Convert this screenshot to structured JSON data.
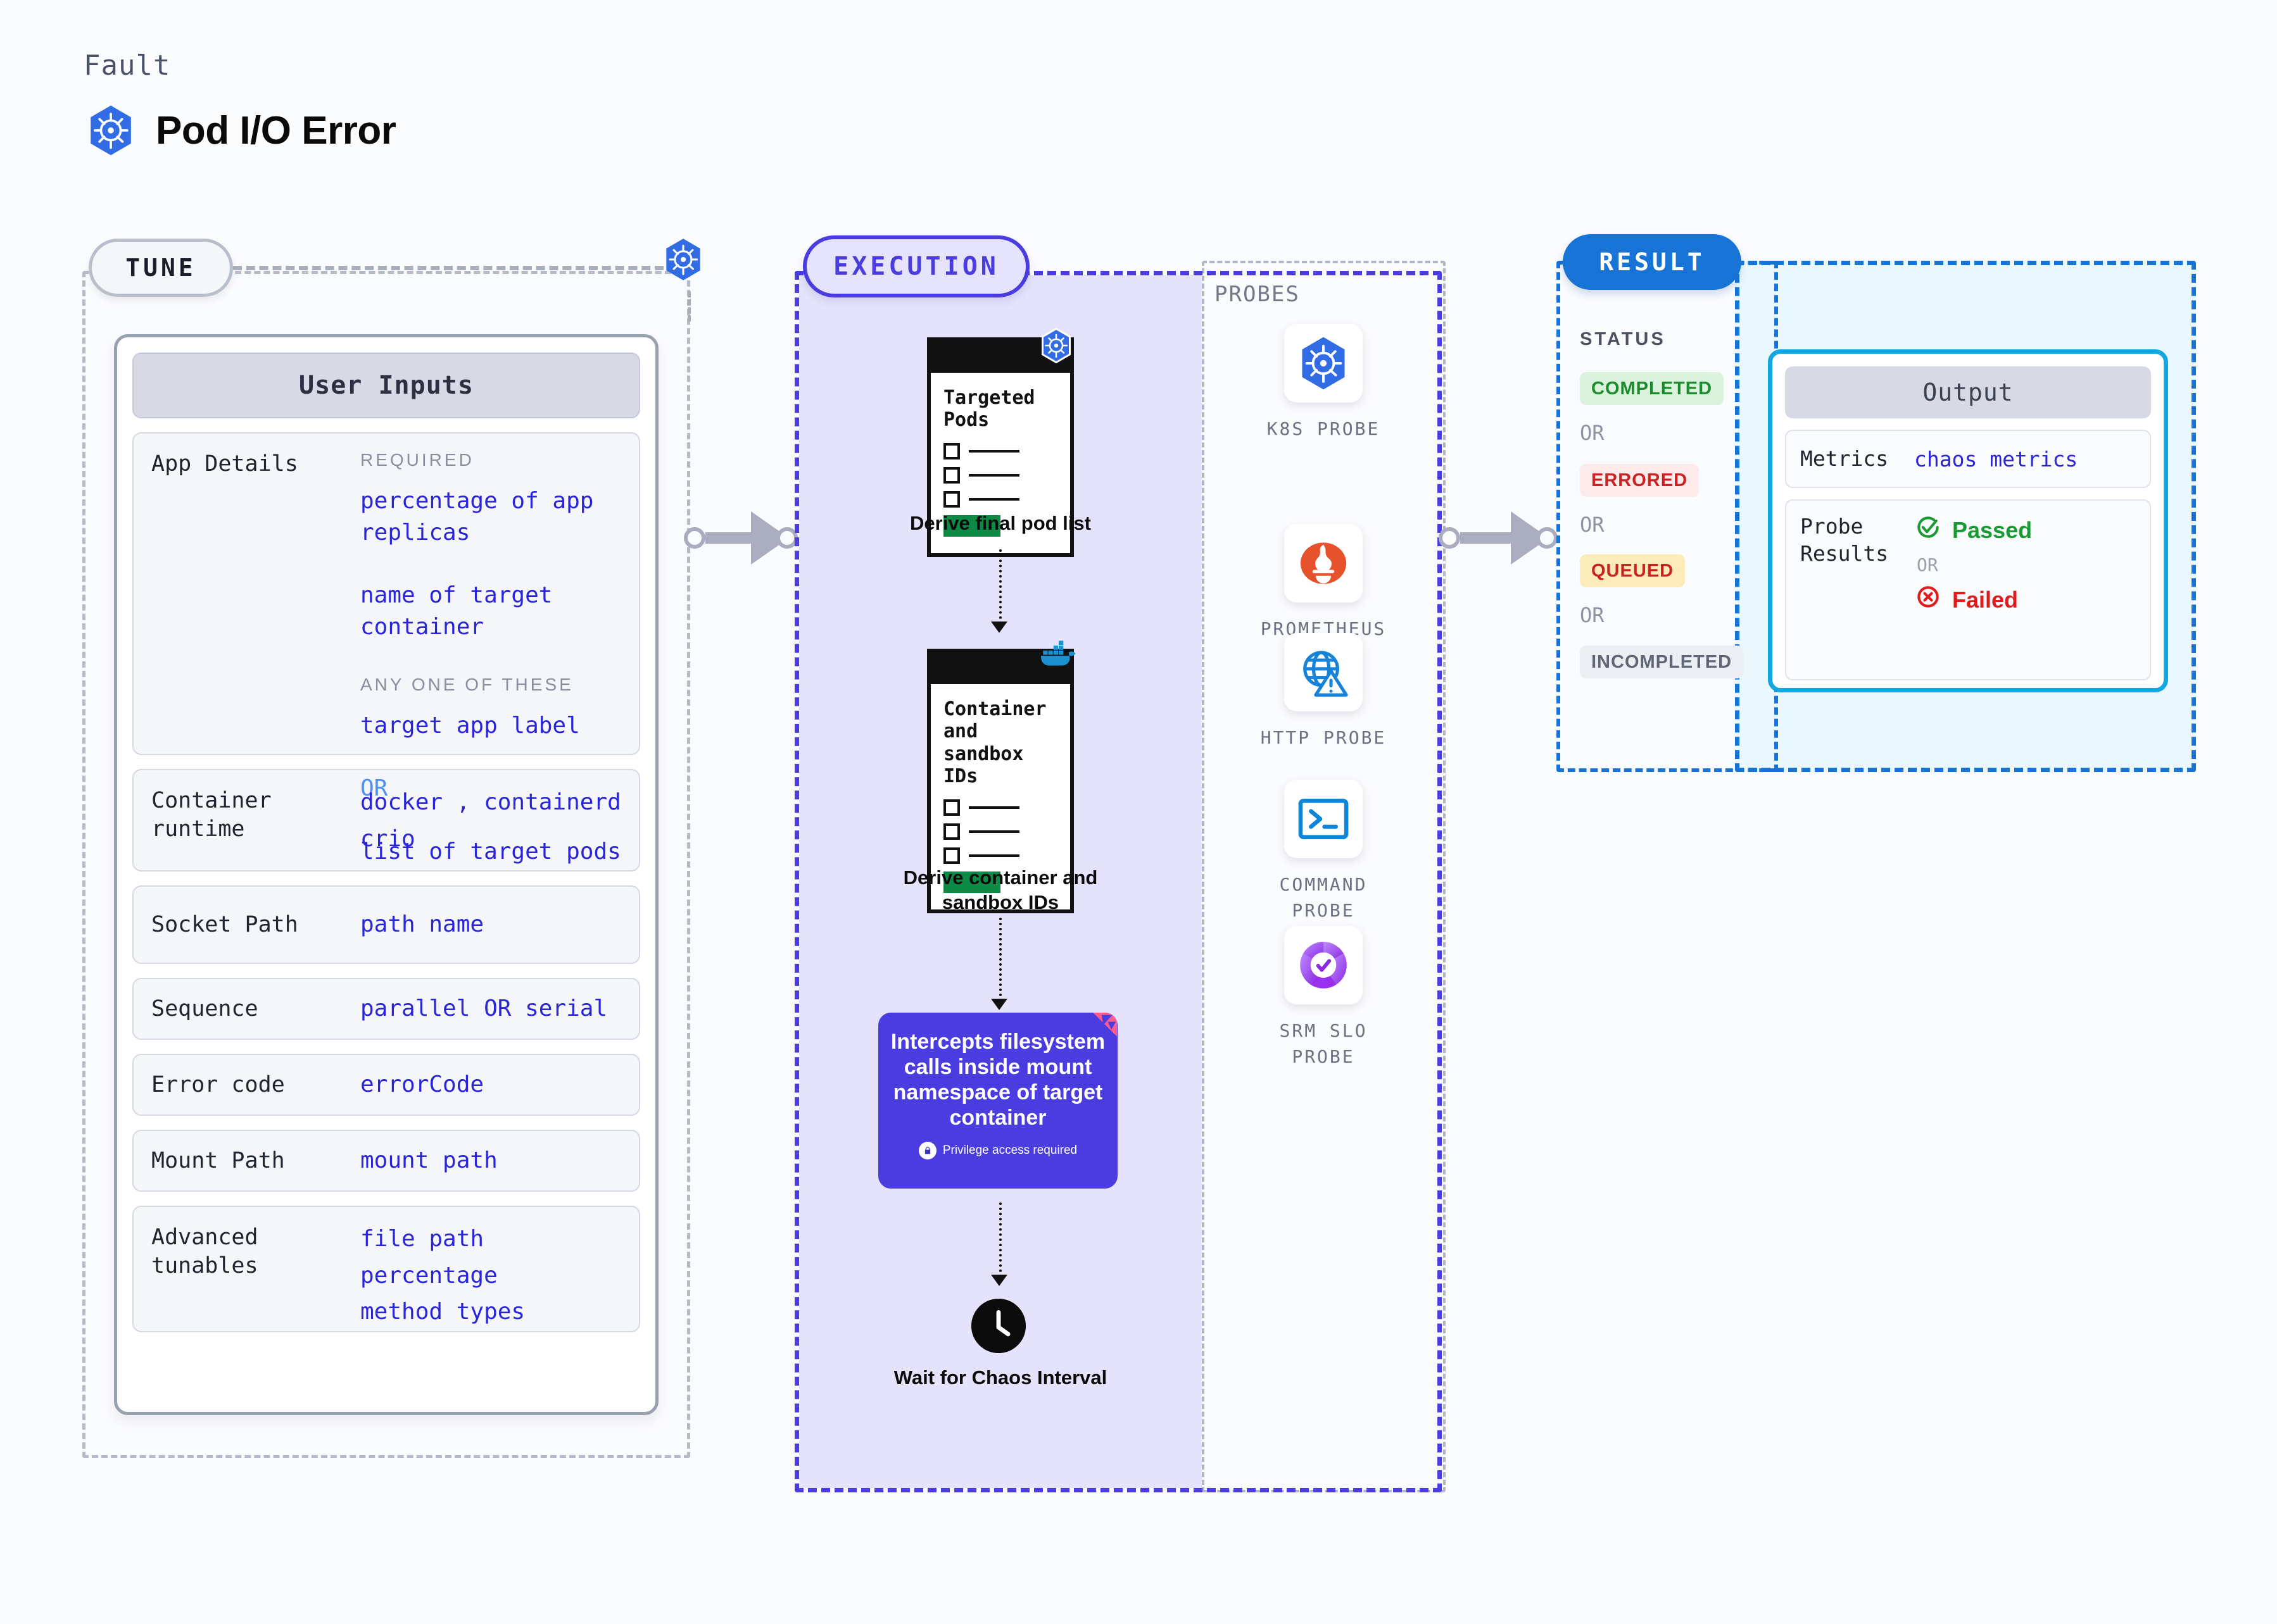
{
  "header": {
    "kicker": "Fault",
    "title": "Pod I/O Error",
    "icon": "kubernetes-icon"
  },
  "tune": {
    "pill_label": "TUNE",
    "card_title": "User Inputs",
    "rows": [
      {
        "label": "App Details",
        "groups": [
          {
            "heading": "REQUIRED",
            "values": [
              "percentage of app replicas",
              "name of target container"
            ]
          },
          {
            "heading": "ANY ONE OF THESE",
            "values": [
              "target app label",
              "OR",
              "list of target pods"
            ]
          }
        ]
      },
      {
        "label": "Container runtime",
        "values": [
          "docker , containerd",
          "crio"
        ]
      },
      {
        "label": "Socket Path",
        "values": [
          "path name"
        ]
      },
      {
        "label": "Sequence",
        "values": [
          "parallel OR serial"
        ]
      },
      {
        "label": "Error code",
        "values": [
          "errorCode"
        ]
      },
      {
        "label": "Mount Path",
        "values": [
          "mount path"
        ]
      },
      {
        "label": "Advanced tunables",
        "values": [
          "file path",
          "percentage",
          "method types"
        ]
      }
    ]
  },
  "execution": {
    "pill_label": "EXECUTION",
    "steps": [
      {
        "doc_title": "Targeted\nPods",
        "caption": "Derive final pod list",
        "badge_icon": "kubernetes-icon"
      },
      {
        "doc_title": "Container\nand\nsandbox\nIDs",
        "caption": "Derive container and sandbox IDs",
        "badge_icon": "docker-icon"
      }
    ],
    "action": {
      "text": "Intercepts filesystem calls inside mount namespace of target container",
      "note": "Privilege access required",
      "note_icon": "lock-icon",
      "corner_icon": "litmus-icon",
      "color": "#4b3ce0"
    },
    "wait": {
      "caption": "Wait for Chaos Interval",
      "icon": "clock-icon"
    }
  },
  "probes": {
    "section_label": "PROBES",
    "items": [
      {
        "name": "K8S  PROBE",
        "icon": "kubernetes-icon"
      },
      {
        "name": "PROMETHEUS\nPROBE",
        "icon": "prometheus-icon"
      },
      {
        "name": "HTTP  PROBE",
        "icon": "globe-warning-icon"
      },
      {
        "name": "COMMAND\nPROBE",
        "icon": "terminal-icon"
      },
      {
        "name": "SRM SLO\nPROBE",
        "icon": "srm-slo-icon"
      }
    ]
  },
  "result": {
    "pill_label": "RESULT",
    "status_label": "STATUS",
    "or_label": "OR",
    "statuses": [
      {
        "label": "COMPLETED",
        "bg": "#dbf3dd",
        "fg": "#1a8c2b"
      },
      {
        "label": "ERRORED",
        "bg": "#fdeaea",
        "fg": "#cc2222"
      },
      {
        "label": "QUEUED",
        "bg": "#fcecb9",
        "fg": "#c92222"
      },
      {
        "label": "INCOMPLETED",
        "bg": "#eceef4",
        "fg": "#5f6675"
      }
    ]
  },
  "output": {
    "card_title": "Output",
    "metrics_label": "Metrics",
    "metrics_value": "chaos metrics",
    "probe_results_label": "Probe Results",
    "passed_label": "Passed",
    "passed_icon": "check-circle-icon",
    "or_label": "OR",
    "failed_label": "Failed",
    "failed_icon": "x-circle-icon"
  }
}
